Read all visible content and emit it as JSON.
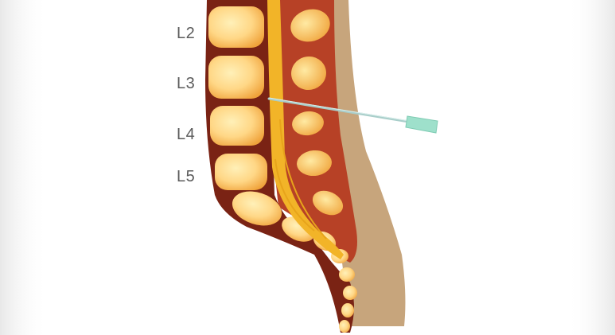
{
  "labels": {
    "l2": "L2",
    "l3": "L3",
    "l4": "L4",
    "l5": "L5"
  },
  "colors": {
    "background": "#ffffff",
    "skin": "#c7a57c",
    "tissue": "#b74126",
    "vertebra_fill": "#ffd786",
    "vertebra_edge": "#f3b445",
    "disc": "#7a2314",
    "spinal_cord": "#f2b428",
    "needle": "#a9ceca",
    "needle_hub": "#9ee0cb",
    "label_text": "#5b5b5b"
  },
  "icons": {
    "figure": "lumbar-spine-illustration",
    "needle": "spinal-needle-icon"
  }
}
